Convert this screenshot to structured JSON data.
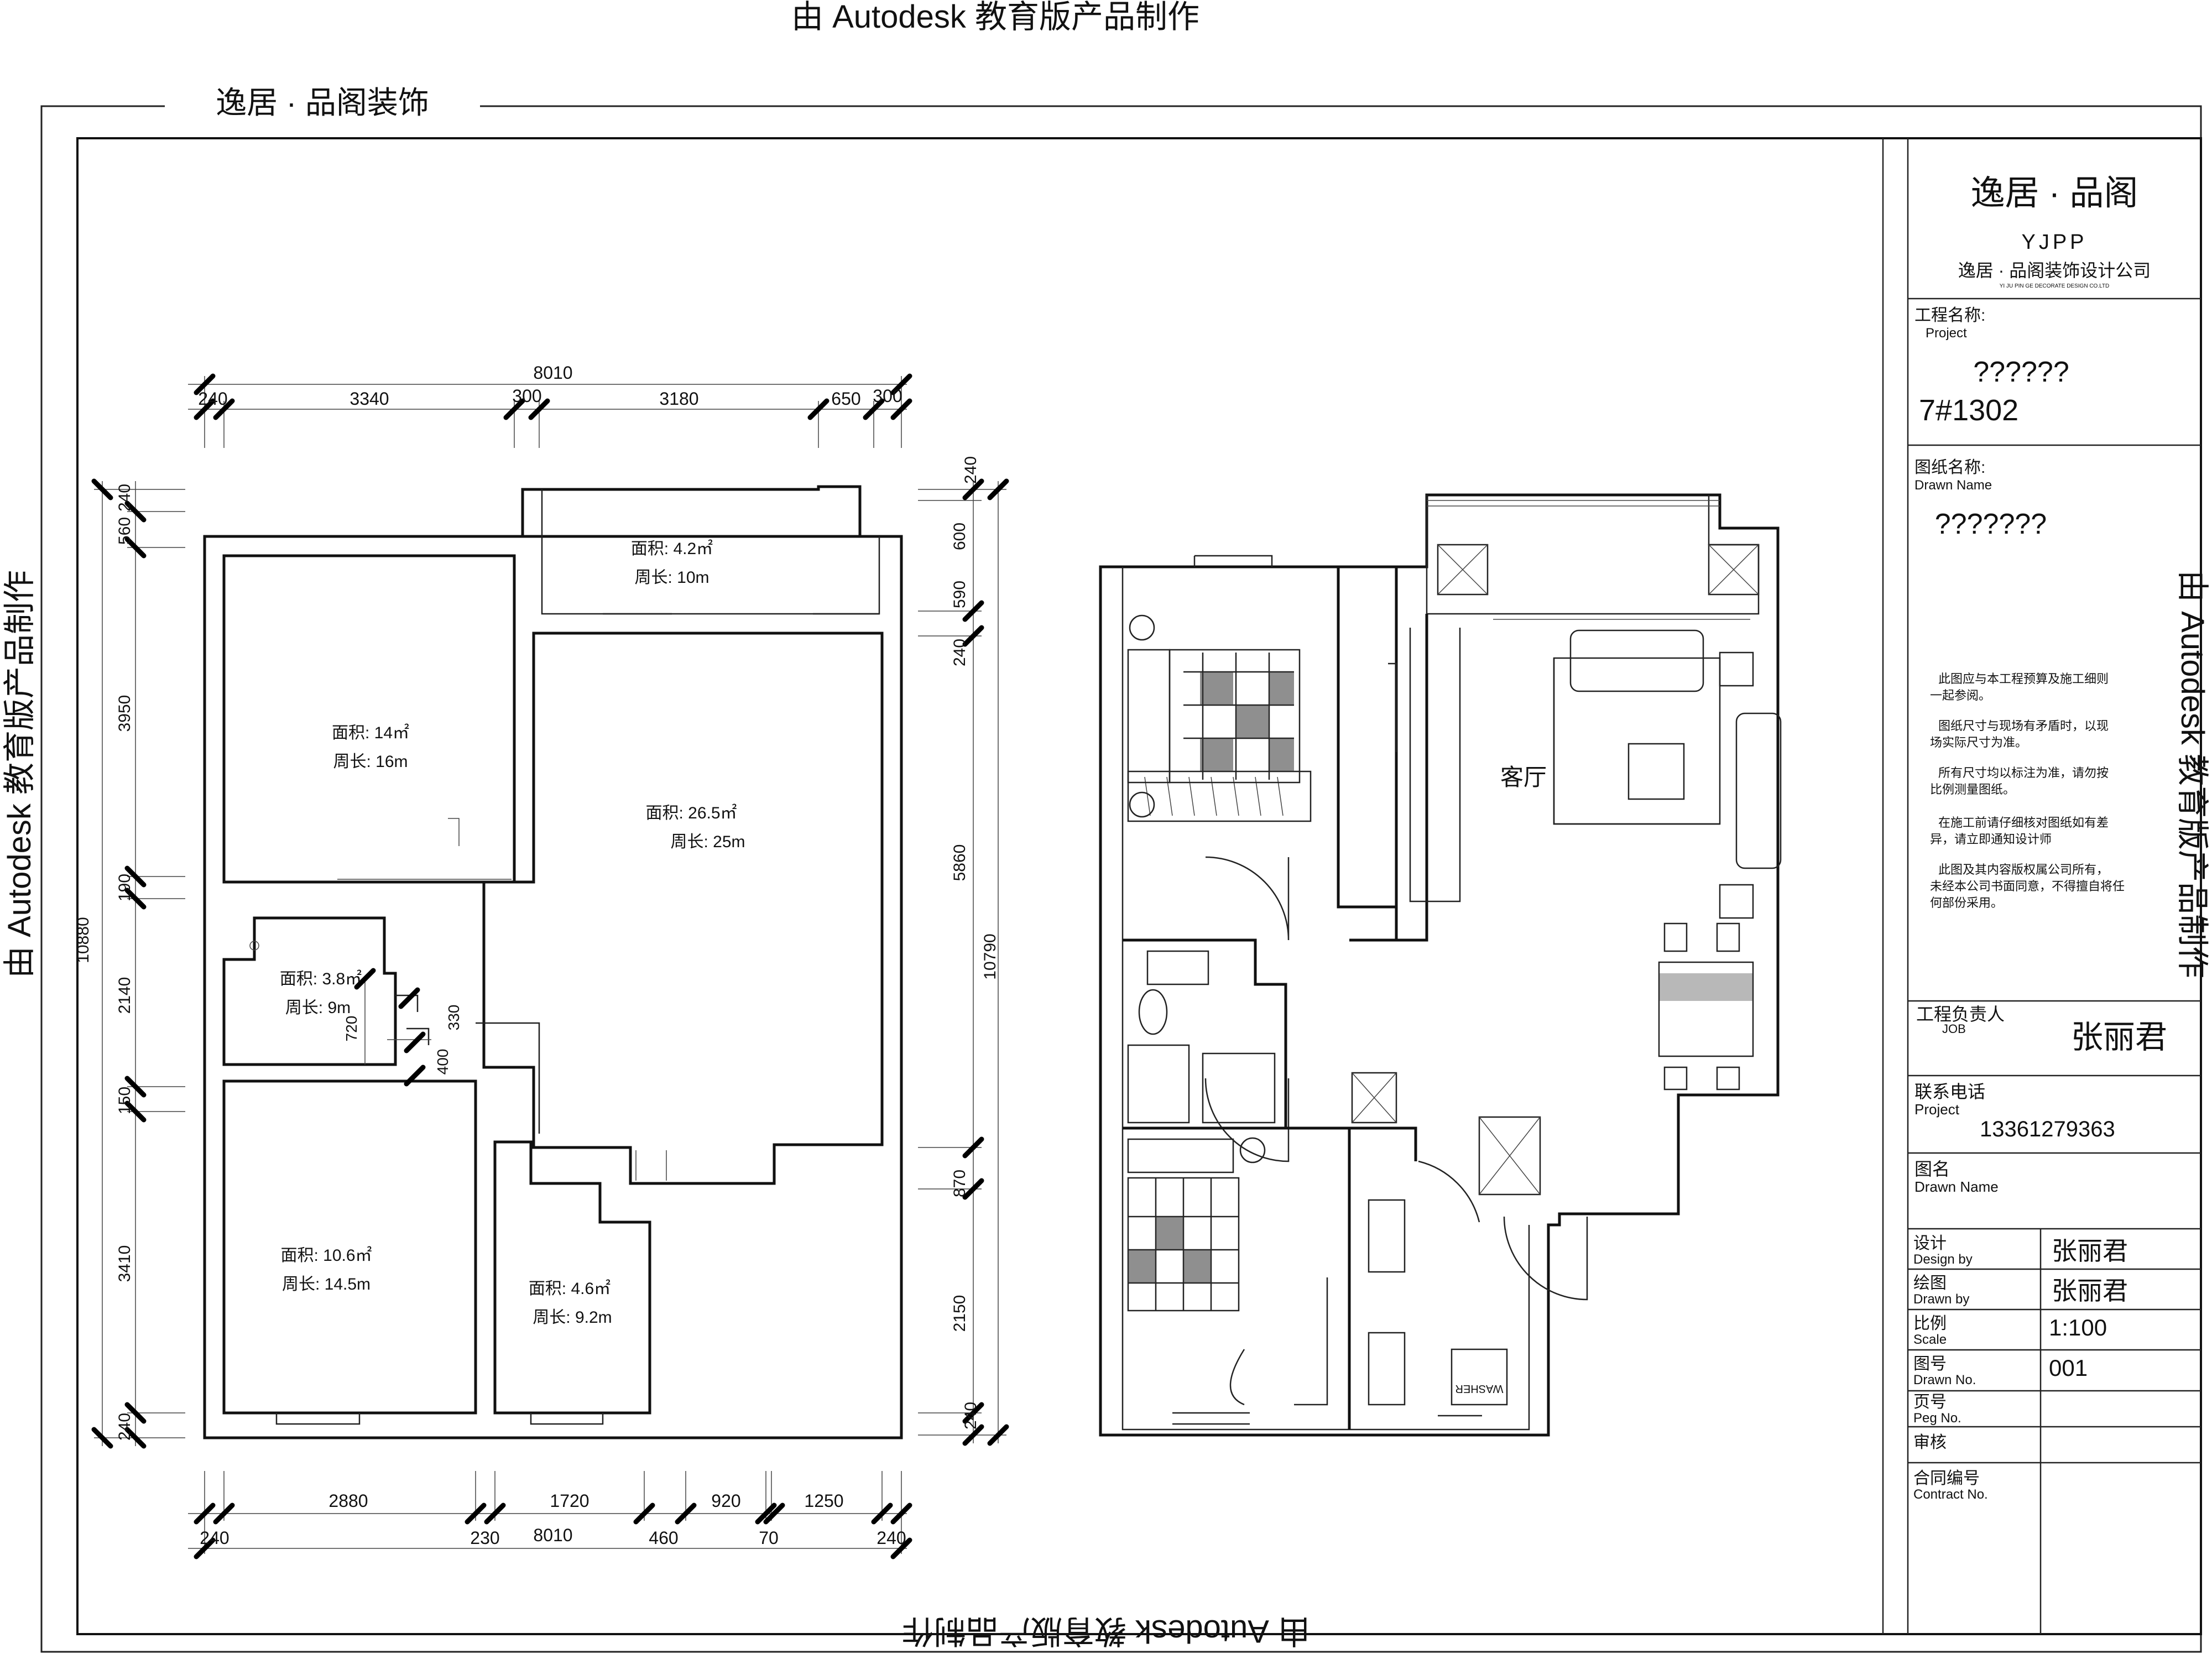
{
  "watermark": {
    "top": "由 Autodesk 教育版产品制作",
    "bottom": "由 Autodesk 教育版产品制作",
    "left": "由 Autodesk 教育版产品制作",
    "right": "由 Autodesk 教育版产品制作"
  },
  "frame_title": "逸居 · 品阁装饰",
  "title_block": {
    "company": "逸居 · 品阁",
    "company_abbr": "YJPP",
    "company_full": "逸居 · 品阁装饰设计公司",
    "company_en": "YI JU PIN GE DECORATE DESIGN CO.LTD",
    "project_label": "工程名称:",
    "project_label_en": "Project",
    "project_name": "??????",
    "project_no": "7#1302",
    "drawing_label": "图纸名称:",
    "drawing_label_en": "Drawn Name",
    "drawing_name": "???????",
    "notes": [
      "此图应与本工程预算及施工细则",
      "一起参阅。",
      "图纸尺寸与现场有矛盾时，以现",
      "场实际尺寸为准。",
      "所有尺寸均以标注为准，请勿按",
      "比例测量图纸。",
      "在施工前请仔细核对图纸如有差",
      "异，请立即通知设计师",
      "此图及其内容版权属公司所有，",
      "未经本公司书面同意，不得擅自将任",
      "何部份采用。"
    ],
    "job_label": "工程负责人",
    "job_label_en": "JOB",
    "job_person": "张丽君",
    "contact_label": "联系电话",
    "contact_label_en": "Project",
    "contact_phone": "13361279363",
    "figure_label": "图名",
    "figure_label_en": "Drawn Name",
    "design_label": "设计",
    "design_label_en": "Design by",
    "design_person": "张丽君",
    "drawn_label": "绘图",
    "drawn_label_en": "Drawn by",
    "drawn_person": "张丽君",
    "scale_label": "比例",
    "scale_label_en": "Scale",
    "scale_value": "1:100",
    "drawing_no_label": "图号",
    "drawing_no_label_en": "Drawn No.",
    "drawing_no": "001",
    "page_label": "页号",
    "page_label_en": "Peg No.",
    "review_label": "审核",
    "contract_label": "合同编号",
    "contract_label_en": "Contract No."
  },
  "left_plan": {
    "rooms": [
      {
        "area": "面积: 4.2㎡",
        "perimeter": "周长: 10m"
      },
      {
        "area": "面积: 14㎡",
        "perimeter": "周长: 16m"
      },
      {
        "area": "面积: 26.5㎡",
        "perimeter": "周长: 25m"
      },
      {
        "area": "面积: 3.8㎡",
        "perimeter": "周长: 9m"
      },
      {
        "area": "面积: 10.6㎡",
        "perimeter": "周长: 14.5m"
      },
      {
        "area": "面积: 4.6㎡",
        "perimeter": "周长: 9.2m"
      }
    ],
    "dims": {
      "top_total": "8010",
      "top": [
        "240",
        "3340",
        "300",
        "3180",
        "650",
        "300"
      ],
      "bottom_inner": [
        "2880",
        "1720",
        "920",
        "1250"
      ],
      "bottom_outer": [
        "240",
        "230",
        "8010",
        "460",
        "70",
        "240"
      ],
      "left_total": "10880",
      "left": [
        "240",
        "560",
        "3950",
        "190",
        "2140",
        "150",
        "3410",
        "240"
      ],
      "right_total": "10790",
      "right": [
        "240",
        "600",
        "590",
        "240",
        "5860",
        "870",
        "2150",
        "240"
      ],
      "inner": [
        "720",
        "400",
        "330"
      ]
    }
  },
  "right_plan": {
    "living_label": "客厅",
    "appliance_text": "WASHER"
  }
}
